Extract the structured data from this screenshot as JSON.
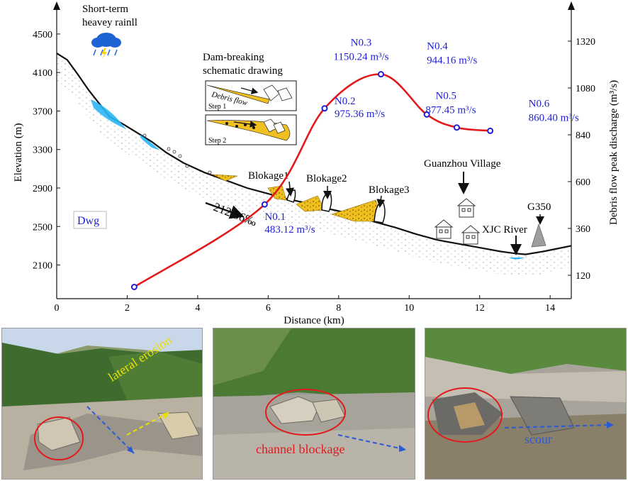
{
  "chart_data": {
    "type": "line",
    "xlabel": "Distance (km)",
    "ylabel_left": "Elevation (m)",
    "ylabel_right": "Debris flow peak discharge (m³/s)",
    "xlim": [
      0,
      14.6
    ],
    "xticks": [
      0,
      2,
      4,
      6,
      8,
      10,
      12,
      14
    ],
    "ylim_left": [
      1750,
      4750
    ],
    "yticks_left": [
      2100,
      2500,
      2900,
      3300,
      3700,
      4100,
      4500
    ],
    "ylim_right": [
      0,
      1480
    ],
    "yticks_right": [
      120,
      360,
      600,
      840,
      1080,
      1320
    ],
    "terrain_profile": {
      "x": [
        0,
        0.3,
        0.6,
        0.9,
        1.2,
        1.5,
        1.9,
        2.3,
        2.7,
        3.1,
        3.6,
        4.2,
        4.8,
        5.4,
        6.0,
        6.5,
        7.0,
        7.5,
        8.0,
        8.5,
        9.0,
        9.6,
        10.2,
        10.8,
        11.4,
        12.0,
        12.6,
        13.0,
        13.3,
        13.8,
        14.2,
        14.6
      ],
      "y": [
        4300,
        4230,
        4080,
        3920,
        3780,
        3640,
        3560,
        3470,
        3380,
        3270,
        3160,
        3060,
        2980,
        2900,
        2840,
        2790,
        2750,
        2700,
        2660,
        2610,
        2550,
        2490,
        2420,
        2360,
        2320,
        2280,
        2240,
        2220,
        2210,
        2240,
        2270,
        2300
      ]
    },
    "series": [
      {
        "name": "",
        "points": [
          {
            "x": 2.2,
            "y": 60,
            "label": ""
          },
          {
            "x": 5.9,
            "y": 483.12,
            "label": "N0.1",
            "value": "483.12 m³/s"
          },
          {
            "x": 7.6,
            "y": 975.36,
            "label": "N0.2",
            "value": "975.36 m³/s"
          },
          {
            "x": 9.2,
            "y": 1150.24,
            "label": "N0.3",
            "value": "1150.24 m³/s"
          },
          {
            "x": 10.5,
            "y": 944.16,
            "label": "N0.4",
            "value": "944.16 m³/s"
          },
          {
            "x": 11.35,
            "y": 877.45,
            "label": "N0.5",
            "value": "877.45 m³/s"
          },
          {
            "x": 12.3,
            "y": 860.4,
            "label": "N0.6",
            "value": "860.40 m³/s"
          }
        ],
        "color": "#e31a1c",
        "marker_color": "#1f1fd1"
      }
    ]
  },
  "annotations": {
    "rain_title_line1": "Short-term",
    "rain_title_line2": "heavey rainll",
    "dam_title_line1": "Dam-breaking",
    "dam_title_line2": "schematic drawing",
    "step1": "Step 1",
    "step2": "Step 2",
    "debris_flow": "Debris flow",
    "blockage1": "Blokage1",
    "blockage2": "Blokage2",
    "blockage3": "Blokage3",
    "village": "Guanzhou Village",
    "river": "XJC River",
    "road": "G350",
    "gradient": "212.56‰",
    "dwg": "Dwg"
  },
  "photos": [
    {
      "label": "lateral erosion",
      "label_color": "#e8e000"
    },
    {
      "label": "channel blockage",
      "label_color": "#e31a1c"
    },
    {
      "label": "scour",
      "label_color": "#2a5bd7"
    }
  ],
  "colors": {
    "accent_blue": "#1f1fd1",
    "discharge_line": "#e31a1c",
    "water": "#29b6f6",
    "debris": "#f0c020"
  }
}
